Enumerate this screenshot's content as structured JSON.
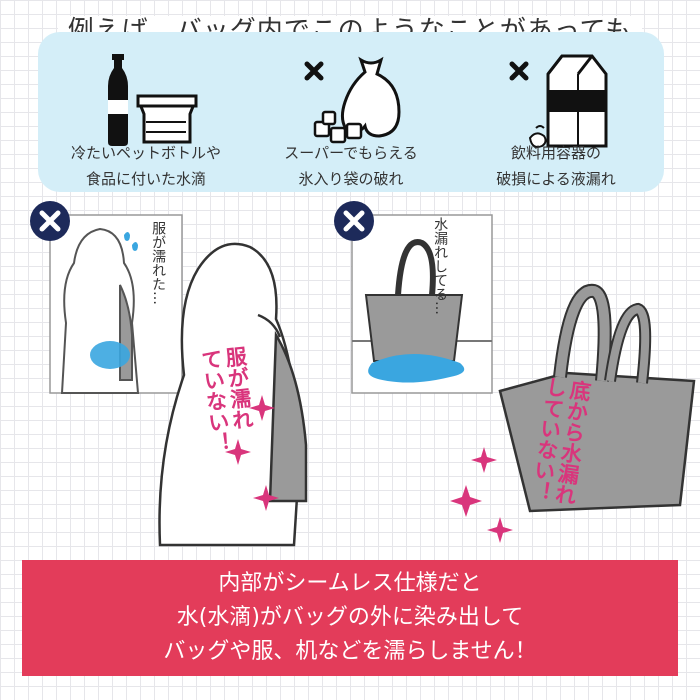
{
  "title": "例えば、バッグ内でこのようなことがあっても",
  "items": [
    {
      "icon": "bottle-and-container-icon",
      "caption_line1": "冷たいペットボトルや",
      "caption_line2": "食品に付いた水滴"
    },
    {
      "icon": "ice-bag-icon",
      "caption_line1": "スーパーでもらえる",
      "caption_line2": "氷入り袋の破れ"
    },
    {
      "icon": "milk-carton-icon",
      "caption_line1": "飲料用容器の",
      "caption_line2": "破損による液漏れ"
    }
  ],
  "scene": {
    "left_bubble": "服が濡れた…",
    "right_bubble": "水漏れしてる…",
    "left_claim": "服が濡れ\nていない！",
    "right_claim": "底から水漏れ\nしていない！"
  },
  "bottom": {
    "line1": "内部がシームレス仕様だと",
    "line2": "水(水滴)がバッグの外に染み出して",
    "line3": "バッグや服、机などを濡らしません！"
  },
  "colors": {
    "accent_pink": "#d9357c",
    "bar_red": "#e33c5a",
    "panel_blue": "#d4eef8",
    "badge_navy": "#1d2a5a",
    "water_blue": "#3aa6e0",
    "bag_gray": "#9a9a9a"
  }
}
